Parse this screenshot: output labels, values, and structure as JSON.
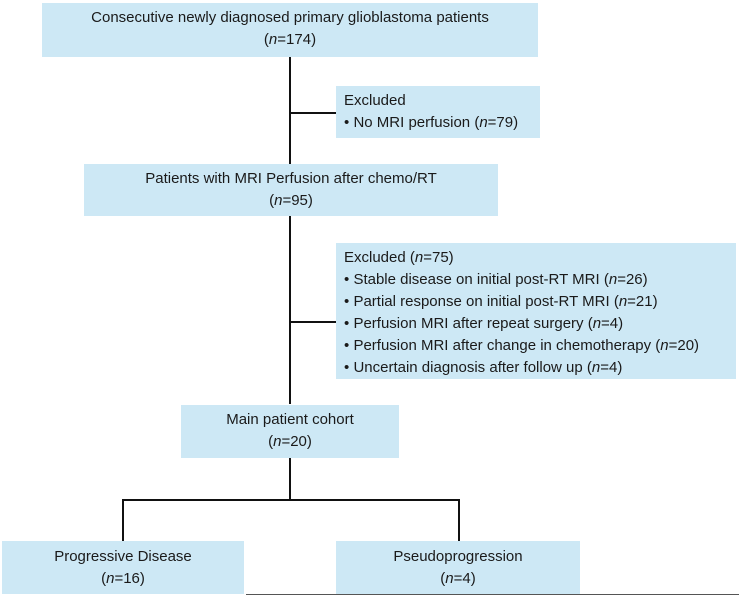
{
  "flowchart": {
    "nodes": {
      "initial": {
        "title": "Consecutive newly diagnosed primary glioblastoma patients",
        "n_prefix": "n",
        "n_value": "=174"
      },
      "excluded_1": {
        "title": "Excluded",
        "items": [
          {
            "text": "No MRI perfusion (",
            "n_prefix": "n",
            "n_value": "=79)"
          }
        ]
      },
      "perfusion": {
        "title": "Patients with MRI Perfusion after chemo/RT",
        "n_prefix": "n",
        "n_value": "=95"
      },
      "excluded_2": {
        "title": "Excluded (",
        "title_n_prefix": "n",
        "title_n_value": "=75)",
        "items": [
          {
            "text": "Stable disease on initial post-RT MRI (",
            "n_prefix": "n",
            "n_value": "=26)"
          },
          {
            "text": "Partial response on initial post-RT MRI (",
            "n_prefix": "n",
            "n_value": "=21)"
          },
          {
            "text": "Perfusion MRI after repeat surgery (",
            "n_prefix": "n",
            "n_value": "=4)"
          },
          {
            "text": "Perfusion MRI after change in chemotherapy (",
            "n_prefix": "n",
            "n_value": "=20)"
          },
          {
            "text": "Uncertain diagnosis after follow up (",
            "n_prefix": "n",
            "n_value": "=4)"
          }
        ]
      },
      "main_cohort": {
        "title": "Main patient cohort",
        "n_prefix": "n",
        "n_value": "=20"
      },
      "progressive": {
        "title": "Progressive Disease",
        "n_prefix": "n",
        "n_value": "=16"
      },
      "pseudo": {
        "title": "Pseudoprogression",
        "n_prefix": "n",
        "n_value": "=4"
      }
    },
    "bullet_char": "•",
    "colors": {
      "box_fill": "#cde8f5",
      "line": "#111111",
      "text": "#1a1a1a"
    }
  }
}
